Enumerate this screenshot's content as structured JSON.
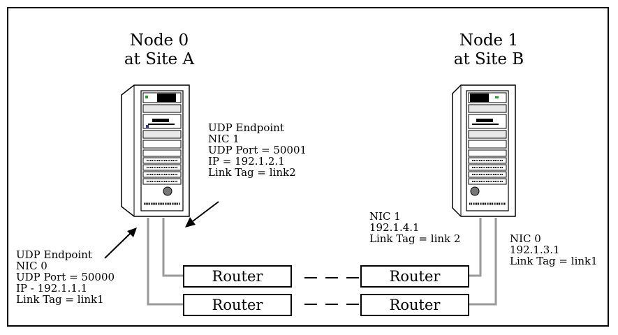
{
  "nodes": [
    {
      "name": "Node 0",
      "site": "at Site A"
    },
    {
      "name": "Node 1",
      "site": "at Site B"
    }
  ],
  "annotations": {
    "node0_nic1": [
      "UDP Endpoint",
      "NIC 1",
      "UDP Port = 50001",
      "IP = 192.1.2.1",
      "Link Tag = link2"
    ],
    "node0_nic0": [
      "UDP Endpoint",
      "NIC 0",
      "UDP Port = 50000",
      "IP - 192.1.1.1",
      "Link Tag = link1"
    ],
    "node1_nic1": [
      "NIC 1",
      "192.1.4.1",
      "Link Tag = link 2"
    ],
    "node1_nic0": [
      "NIC 0",
      "192.1.3.1",
      "Link Tag = link1"
    ]
  },
  "routers": [
    "Router",
    "Router",
    "Router",
    "Router"
  ]
}
